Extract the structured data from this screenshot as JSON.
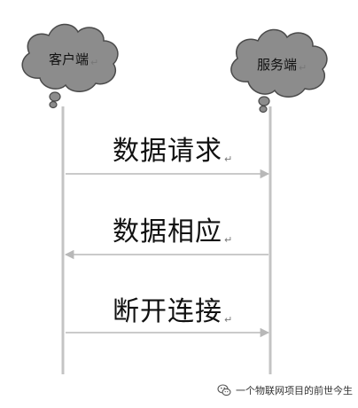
{
  "diagram": {
    "participants": [
      {
        "id": "client",
        "label": "客户端",
        "mark": "↵"
      },
      {
        "id": "server",
        "label": "服务端",
        "mark": "↵"
      }
    ],
    "messages": [
      {
        "label": "数据请求",
        "mark": "↵",
        "direction": "client-to-server"
      },
      {
        "label": "数据相应",
        "mark": "↵",
        "direction": "server-to-client"
      },
      {
        "label": "断开连接",
        "mark": "↵",
        "direction": "client-to-server"
      }
    ]
  },
  "watermark": {
    "text": "一个物联网项目的前世今生",
    "icon": "wechat-icon"
  },
  "colors": {
    "cloud_fill": "#8c8c8c",
    "cloud_stroke": "#4a4a4a",
    "lifeline": "#c4c4c4",
    "arrow": "#b8b8b8"
  }
}
